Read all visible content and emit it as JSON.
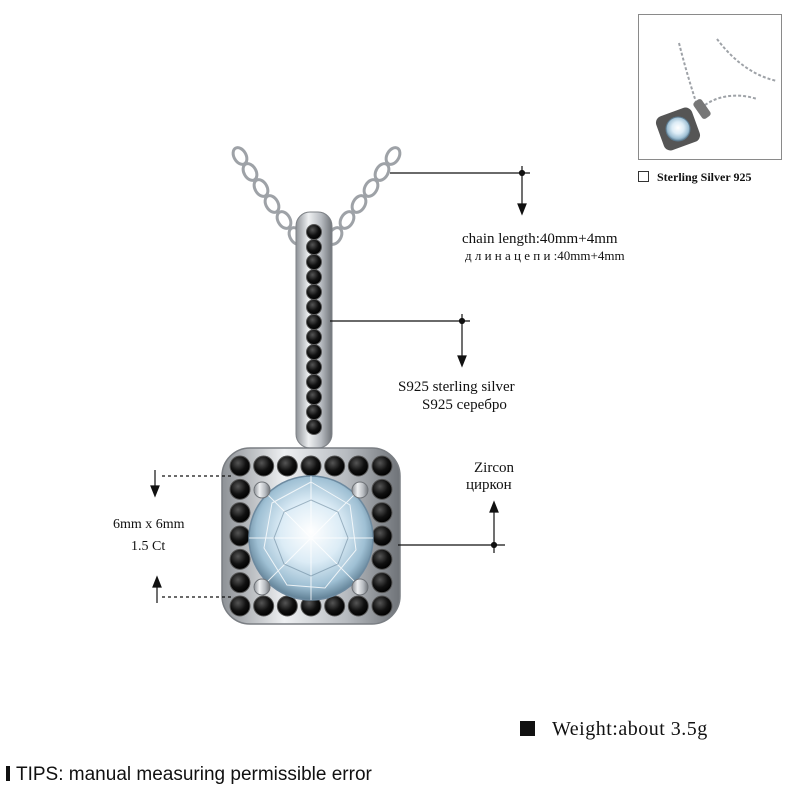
{
  "annotations": {
    "chain_length_en": "chain length:40mm+4mm",
    "chain_length_ru": "д л и н а  ц е п и :40mm+4mm",
    "material_en": "S925 sterling silver",
    "material_ru": "S925 серебро",
    "stone_en": "Zircon",
    "stone_ru": "циркон",
    "size": "6mm x 6mm",
    "carat": "1.5 Ct"
  },
  "thumbnail": {
    "caption": "Sterling Silver 925"
  },
  "weight": "Weight:about 3.5g",
  "tips": "TIPS: manual measuring permissible error",
  "colors": {
    "silver": "#c9ccd0",
    "black_stone": "#111111",
    "zircon": "#dfeef7",
    "line": "#111111"
  }
}
